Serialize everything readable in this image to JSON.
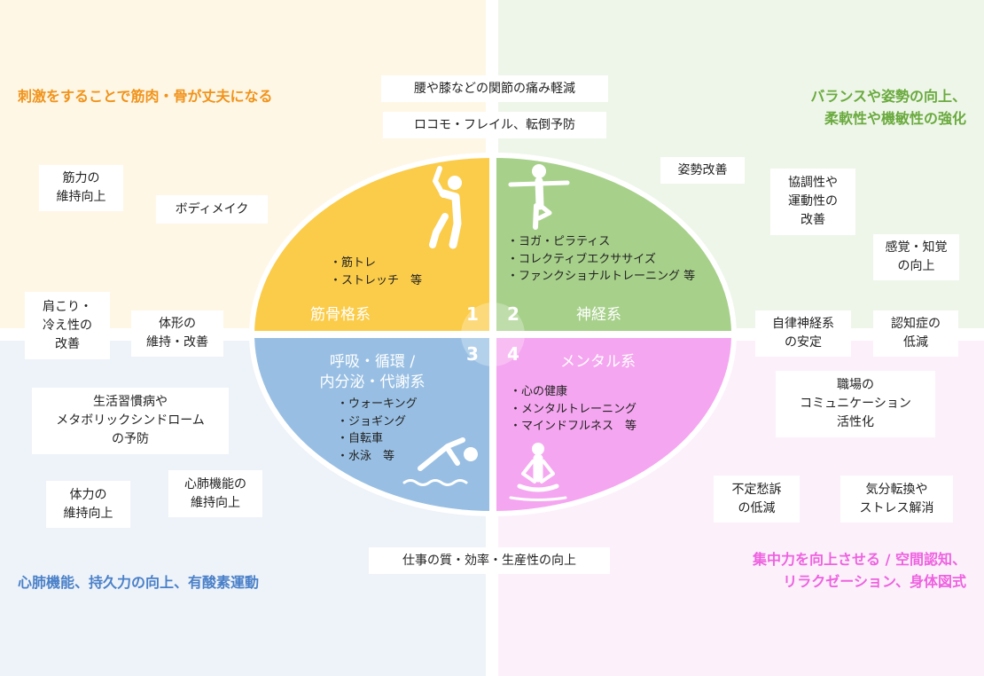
{
  "headings": {
    "tl": "刺激をすることで筋肉・骨が丈夫になる",
    "tr": [
      "バランスや姿勢の向上、",
      "柔軟性や機敏性の強化"
    ],
    "bl": "心肺機能、持久力の向上、有酸素運動",
    "br": [
      "集中力を向上させる / 空間認知、",
      "リラクゼーション、身体図式"
    ]
  },
  "boxes": {
    "top1": "腰や膝などの関節の痛み軽減",
    "top2": "ロコモ・フレイル、転倒予防",
    "bottom1": "仕事の質・効率・生産性の向上",
    "kinryoku": "筋力の\n維持向上",
    "bodymake": "ボディメイク",
    "katakori": "肩こり・\n冷え性の\n改善",
    "taikei": "体形の\n維持・改善",
    "shisei": "姿勢改善",
    "kyochou": "協調性や\n運動性の\n改善",
    "kankaku": "感覚・知覚\nの向上",
    "jiritsu": "自律神経系\nの安定",
    "ninchi": "認知症の\n低減",
    "seikatsu": "生活習慣病や\nメタボリックシンドローム\nの予防",
    "tairyoku": "体力の\n維持向上",
    "shinpai": "心肺機能の\n維持向上",
    "shokuba": "職場の\nコミュニケーション\n活性化",
    "futei": "不定愁訴\nの低減",
    "kibun": "気分転換や\nストレス解消"
  },
  "sectors": {
    "s1": {
      "title": "筋骨格系",
      "num": "1",
      "items": [
        "・筋トレ",
        "・ストレッチ　等"
      ],
      "color": "#fbcc49"
    },
    "s2": {
      "title": "神経系",
      "num": "2",
      "items": [
        "・ヨガ・ピラティス",
        "・コレクティブエクササイズ",
        "・ファンクショナルトレーニング 等"
      ],
      "color": "#a7d08a"
    },
    "s3": {
      "title": "呼吸・循環 /\n内分泌・代謝系",
      "num": "3",
      "items": [
        "・ウォーキング",
        "・ジョギング",
        "・自転車",
        "・水泳　等"
      ],
      "color": "#98bfe3"
    },
    "s4": {
      "title": "メンタル系",
      "num": "4",
      "items": [
        "・心の健康",
        "・メンタルトレーニング",
        "・マインドフルネス　等"
      ],
      "color": "#f5a6f0"
    }
  },
  "icons": {
    "s1": "stretching-person-icon",
    "s2": "yoga-tree-pose-icon",
    "s3": "swimmer-icon",
    "s4": "meditation-icon"
  }
}
